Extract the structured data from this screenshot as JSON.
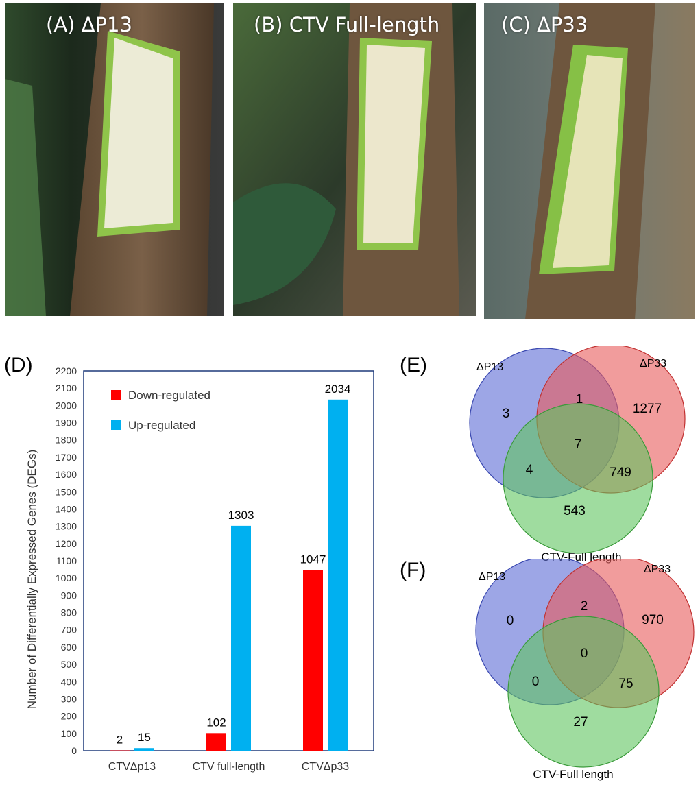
{
  "photos": [
    {
      "label": "(A) ΔP13"
    },
    {
      "label": "(B) CTV Full-length"
    },
    {
      "label": "(C) ΔP33"
    }
  ],
  "panels": {
    "d": "(D)",
    "e": "(E)",
    "f": "(F)"
  },
  "colors": {
    "down": "#ff0000",
    "up": "#00b0f0",
    "venn_blue": "#5b6bd6",
    "venn_red": "#e85a5a",
    "venn_green": "#5fc45f"
  },
  "chart_data": {
    "type": "bar",
    "categories": [
      "CTVΔp13",
      "CTV full-length",
      "CTVΔp33"
    ],
    "series": [
      {
        "name": "Down-regulated",
        "values": [
          2,
          102,
          1047
        ]
      },
      {
        "name": "Up-regulated",
        "values": [
          15,
          1303,
          2034
        ]
      }
    ],
    "ylabel": "Number of Differentially Expressed Genes (DEGs)",
    "ylim": [
      0,
      2200
    ],
    "ytick_step": 100,
    "legend": "top-left",
    "grid": false
  },
  "venn_e": {
    "labels": {
      "a": "ΔP13",
      "b": "ΔP33",
      "c": "CTV-Full length"
    },
    "values": {
      "a_only": "3",
      "ab": "1",
      "b_only": "1277",
      "abc": "7",
      "ac": "4",
      "bc": "749",
      "c_only": "543"
    }
  },
  "venn_f": {
    "labels": {
      "a": "ΔP13",
      "b": "ΔP33",
      "c": "CTV-Full length"
    },
    "values": {
      "a_only": "0",
      "ab": "2",
      "b_only": "970",
      "abc": "0",
      "ac": "0",
      "bc": "75",
      "c_only": "27"
    }
  }
}
